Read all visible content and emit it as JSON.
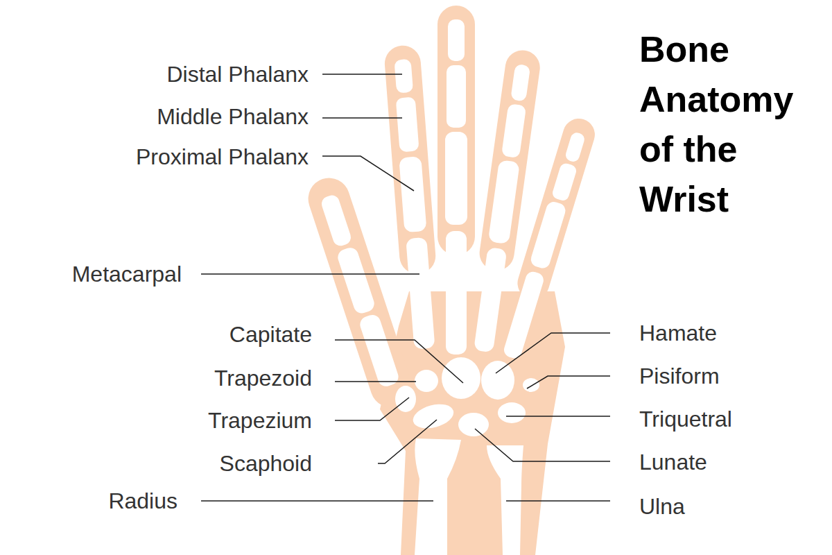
{
  "diagram": {
    "title": "Bone Anatomy of the Wrist",
    "labels": [
      "Distal Phalanx",
      "Middle Phalanx",
      "Proximal Phalanx",
      "Metacarpal",
      "Capitate",
      "Trapezoid",
      "Trapezium",
      "Scaphoid",
      "Radius",
      "Hamate",
      "Pisiform",
      "Triquetral",
      "Lunate",
      "Ulna"
    ]
  }
}
